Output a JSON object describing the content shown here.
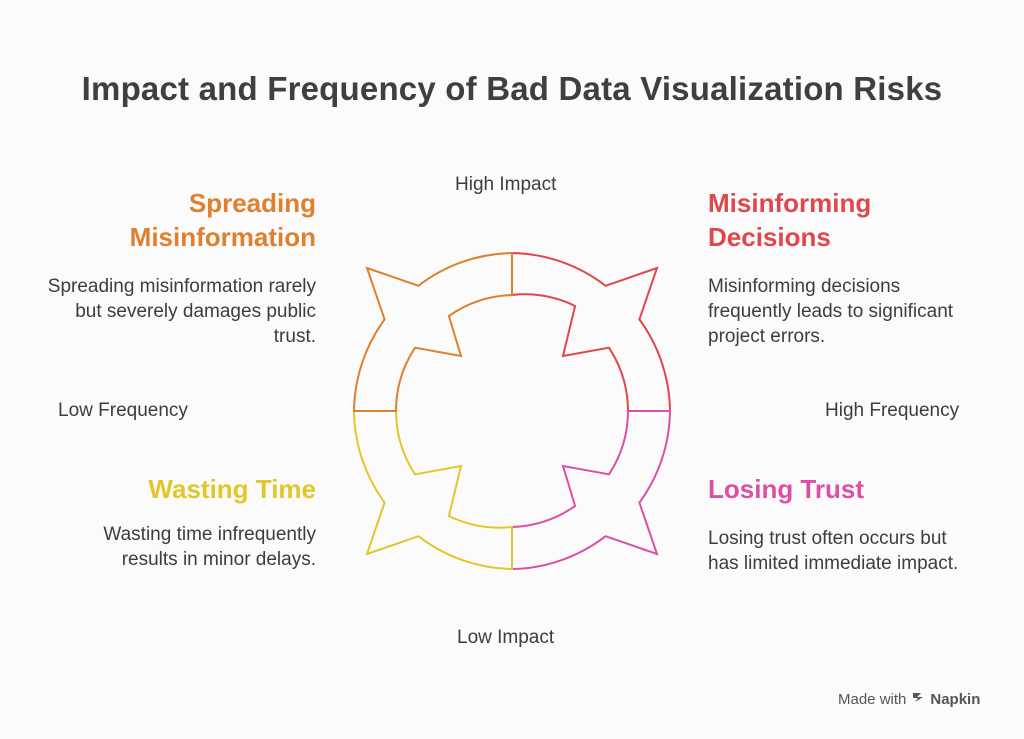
{
  "title": "Impact and Frequency of Bad Data Visualization Risks",
  "axes": {
    "top": "High Impact",
    "bottom": "Low Impact",
    "left": "Low Frequency",
    "right": "High Frequency"
  },
  "quadrants": {
    "top_left": {
      "heading": "Spreading Misinformation",
      "description": "Spreading misinformation rarely but severely damages public trust.",
      "color": "#e07f2e"
    },
    "top_right": {
      "heading": "Misinforming Decisions",
      "description": "Misinforming decisions frequently leads to significant project errors.",
      "color": "#e0474c"
    },
    "bottom_left": {
      "heading": "Wasting Time",
      "description": "Wasting time infrequently results in minor delays.",
      "color": "#e3c72a"
    },
    "bottom_right": {
      "heading": "Losing Trust",
      "description": "Losing trust often occurs but has limited immediate impact.",
      "color": "#dd4fa6"
    }
  },
  "watermark": {
    "prefix": "Made with",
    "brand": "Napkin"
  }
}
